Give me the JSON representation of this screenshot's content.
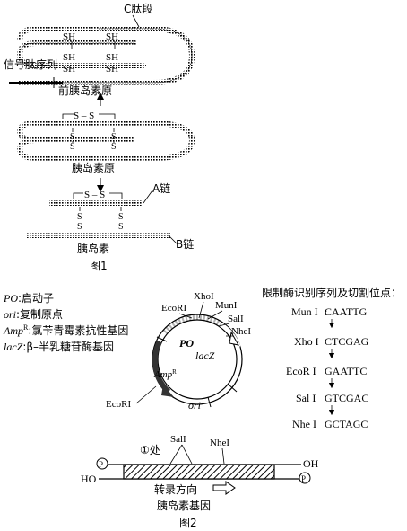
{
  "figure1": {
    "c_peptide_label": "C肽段",
    "signal_peptide_label": "信号肽序列",
    "sh": "SH",
    "s": "S",
    "dash": "S – S",
    "proinsulin_precursor_label": "前胰岛素原",
    "proinsulin_label": "胰岛素原",
    "insulin_label": "胰岛素",
    "a_chain_label": "A链",
    "b_chain_label": "B链",
    "caption": "图1"
  },
  "legend": {
    "po": "PO",
    "po_desc": ":启动子",
    "ori": "ori",
    "ori_desc": ":复制原点",
    "amp": "Amp",
    "amp_sup": "R",
    "amp_desc": ":氯苄青霉素抗性基因",
    "lacz": "lacZ",
    "lacz_desc": ":β–半乳糖苷酶基因"
  },
  "plasmid": {
    "xhoi": "XhoI",
    "muni": "MunI",
    "ecori_top": "EcoRI",
    "sali": "SalI",
    "nhei": "NheI",
    "po": "PO",
    "lacz": "lacZ",
    "amp": "Amp",
    "amp_sup": "R",
    "ori": "ori",
    "ecori_bottom": "EcoRI"
  },
  "enzymes": {
    "title": "限制酶识别序列及切割位点：",
    "items": [
      {
        "name": "Mun I",
        "seq": "CAATTG"
      },
      {
        "name": "Xho I",
        "seq": "CTCGAG"
      },
      {
        "name": "EcoR I",
        "seq": "GAATTC"
      },
      {
        "name": "Sal I",
        "seq": "GTCGAC"
      },
      {
        "name": "Nhe I",
        "seq": "GCTAGC"
      }
    ]
  },
  "gene": {
    "circle_num": "①处",
    "sali": "SalI",
    "nhei": "NheI",
    "p_left": "P",
    "p_right": "P",
    "oh": "OH",
    "ho": "HO",
    "direction": "转录方向",
    "name": "胰岛素基因",
    "caption": "图2"
  }
}
